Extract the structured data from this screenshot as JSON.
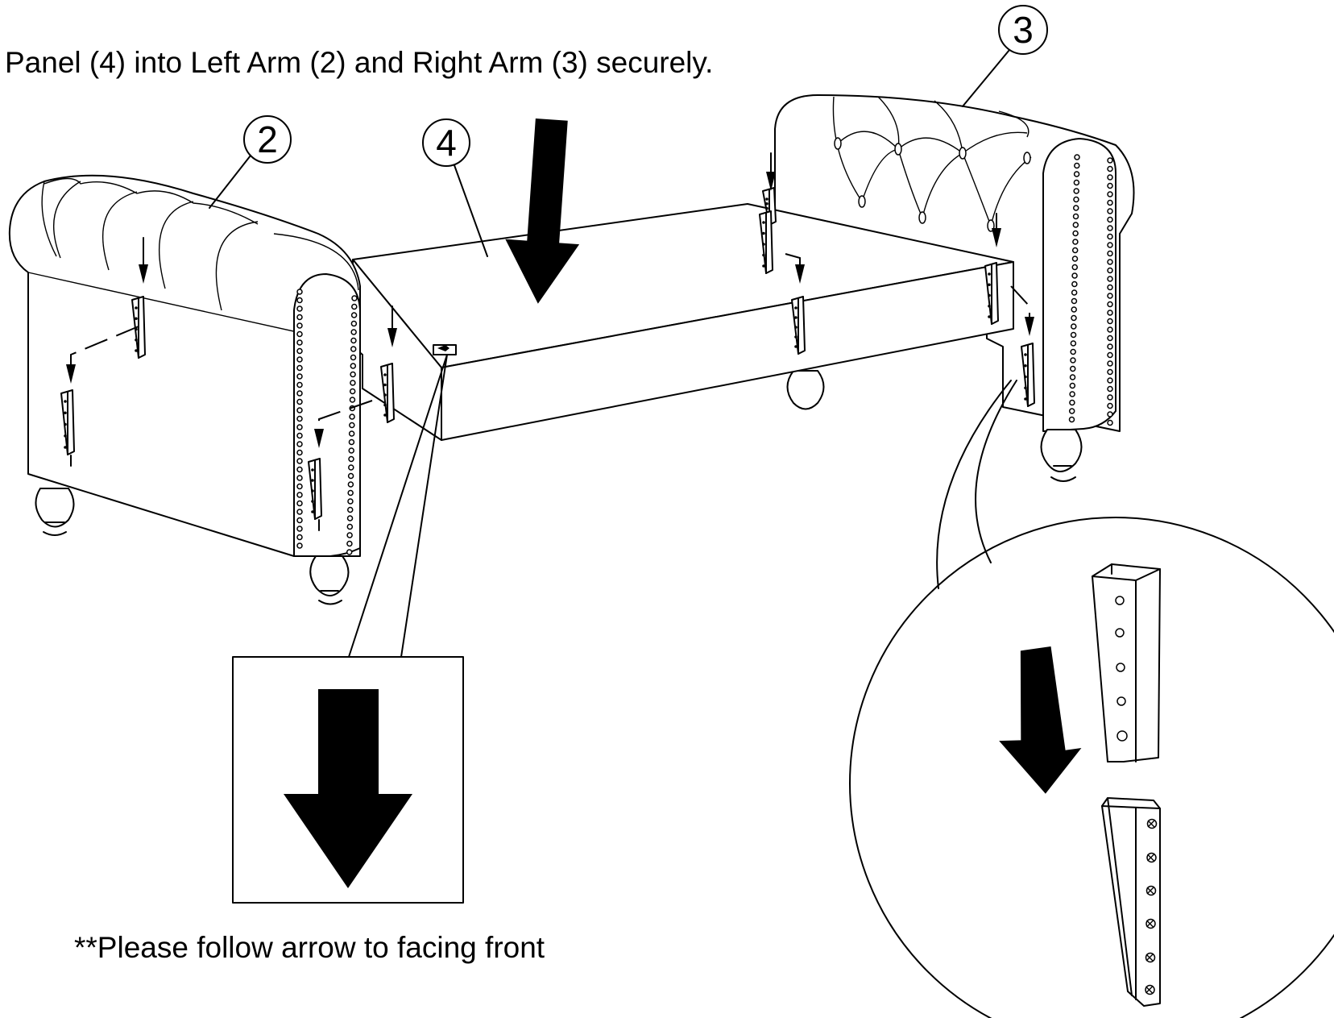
{
  "instruction_text": "Panel (4) into Left Arm (2) and Right Arm (3) securely.",
  "note_text": "**Please follow arrow to facing front",
  "callouts": {
    "left_arm": "2",
    "right_arm": "3",
    "panel": "4"
  }
}
